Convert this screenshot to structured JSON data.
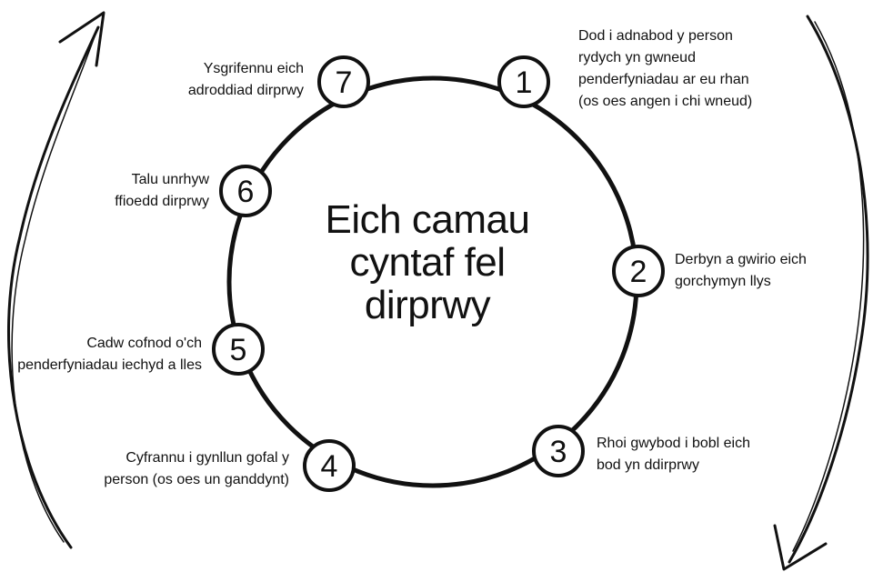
{
  "title_lines": [
    "Eich camau",
    "cyntaf fel",
    "dirprwy"
  ],
  "steps": [
    {
      "number": "1",
      "lines": [
        "Dod i adnabod y person",
        "rydych yn gwneud",
        "penderfyniadau ar eu rhan",
        "(os oes angen i chi wneud)"
      ]
    },
    {
      "number": "2",
      "lines": [
        "Derbyn a gwirio eich",
        "gorchymyn llys"
      ]
    },
    {
      "number": "3",
      "lines": [
        "Rhoi gwybod i bobl eich",
        "bod yn ddirprwy"
      ]
    },
    {
      "number": "4",
      "lines": [
        "Cyfrannu i gynllun gofal y",
        "person (os oes un ganddynt)"
      ]
    },
    {
      "number": "5",
      "lines": [
        "Cadw cofnod o'ch",
        "penderfyniadau iechyd a lles"
      ]
    },
    {
      "number": "6",
      "lines": [
        "Talu unrhyw",
        "ffioedd dirprwy"
      ]
    },
    {
      "number": "7",
      "lines": [
        "Ysgrifennu eich",
        "adroddiad dirprwy"
      ]
    }
  ],
  "colors": {
    "ink": "#111111",
    "background": "#ffffff"
  }
}
